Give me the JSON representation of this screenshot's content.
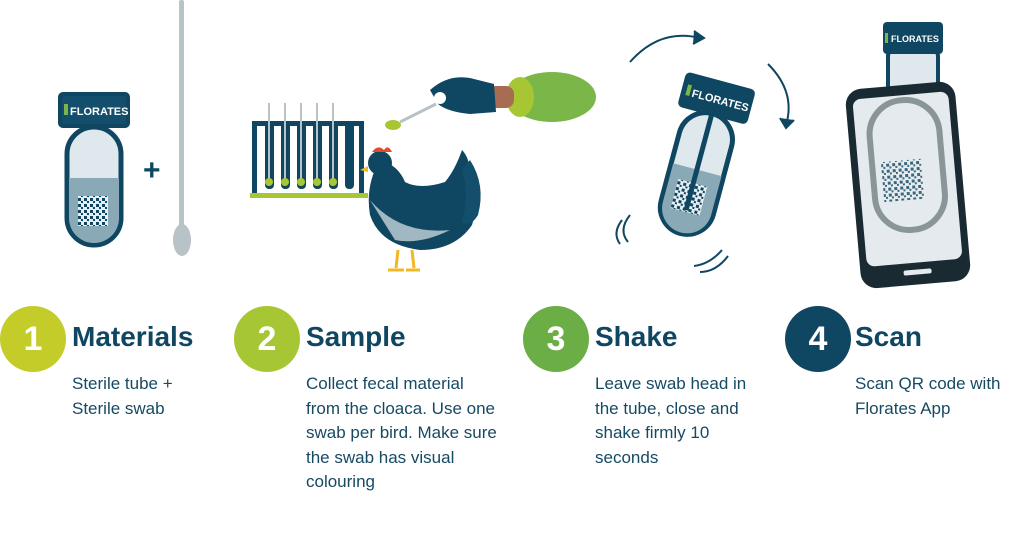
{
  "brand": {
    "logo_text": "FLORATES"
  },
  "plus_sign": "+",
  "steps": [
    {
      "number": "1",
      "title": "Materials",
      "description": "Sterile tube +\nSterile swab",
      "color": "#c4cc2a"
    },
    {
      "number": "2",
      "title": "Sample",
      "description": "Collect fecal material\nfrom the cloaca. Use one\nswab per bird. Make sure\nthe swab has visual\ncolouring",
      "color": "#a6c733"
    },
    {
      "number": "3",
      "title": "Shake",
      "description": "Leave swab head in\nthe tube, close and\nshake firmly 10\nseconds",
      "color": "#6aae45"
    },
    {
      "number": "4",
      "title": "Scan",
      "description": "Scan QR code with\nFlorates App",
      "color": "#0f4762"
    }
  ],
  "colors": {
    "navy": "#0f4762",
    "tube_fill": "#dfe8ec",
    "liquid": "#8aa9b7",
    "green": "#7ab648",
    "grey": "#b8c3c7"
  },
  "icons": [
    "tube-icon",
    "swab-icon",
    "hen-icon",
    "glove-hand-icon",
    "test-tube-rack-icon",
    "rotate-arrow-icon",
    "phone-icon",
    "qr-code-icon"
  ]
}
